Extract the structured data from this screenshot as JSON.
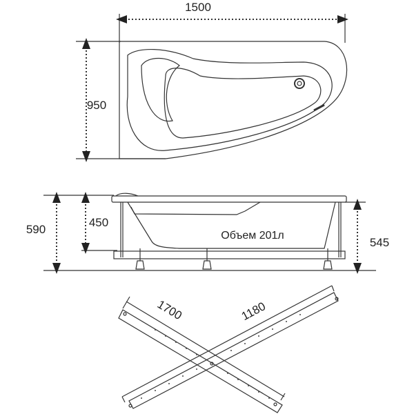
{
  "top_view": {
    "width_label": "1500",
    "depth_label": "950"
  },
  "side_view": {
    "total_height_label": "590",
    "tub_depth_label": "450",
    "frame_height_label": "545",
    "volume_label": "Объем 201л"
  },
  "frame_bars": {
    "long_bar_label": "1700",
    "short_bar_label": "1180"
  }
}
